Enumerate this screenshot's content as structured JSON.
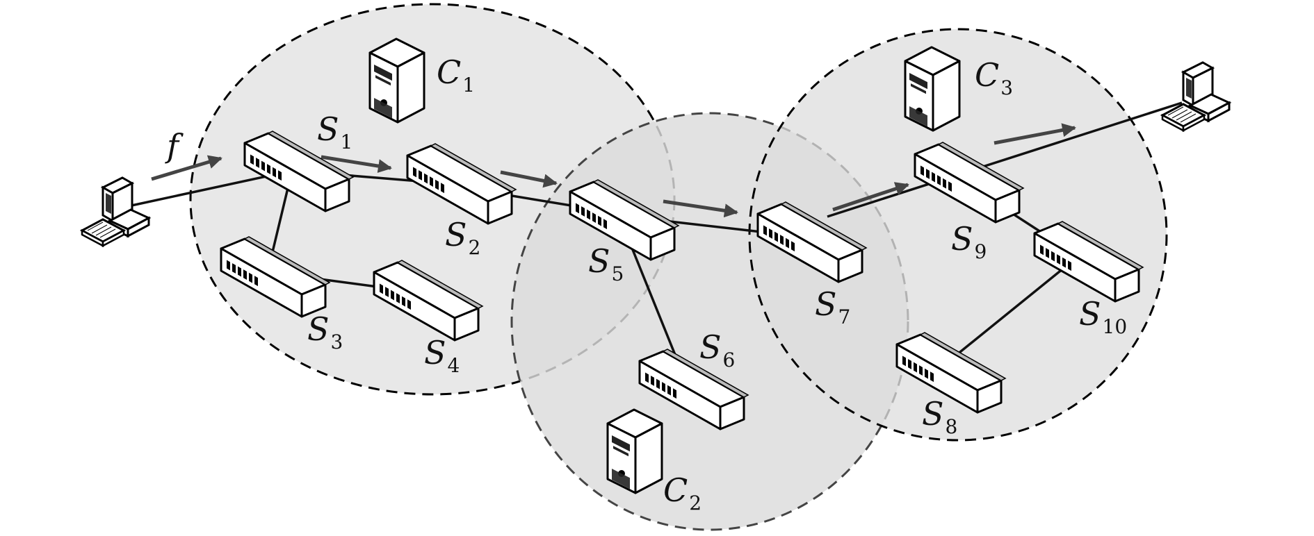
{
  "flow_label": "f",
  "controllers": [
    {
      "id": "C1",
      "name": "C",
      "sub": "1"
    },
    {
      "id": "C2",
      "name": "C",
      "sub": "2"
    },
    {
      "id": "C3",
      "name": "C",
      "sub": "3"
    }
  ],
  "switches": [
    {
      "id": "S1",
      "name": "S",
      "sub": "1"
    },
    {
      "id": "S2",
      "name": "S",
      "sub": "2"
    },
    {
      "id": "S3",
      "name": "S",
      "sub": "3"
    },
    {
      "id": "S4",
      "name": "S",
      "sub": "4"
    },
    {
      "id": "S5",
      "name": "S",
      "sub": "5"
    },
    {
      "id": "S6",
      "name": "S",
      "sub": "6"
    },
    {
      "id": "S7",
      "name": "S",
      "sub": "7"
    },
    {
      "id": "S8",
      "name": "S",
      "sub": "8"
    },
    {
      "id": "S9",
      "name": "S",
      "sub": "9"
    },
    {
      "id": "S10",
      "name": "S",
      "sub": "10"
    }
  ],
  "links": [
    [
      "host-src",
      "S1"
    ],
    [
      "S1",
      "S2"
    ],
    [
      "S1",
      "S3"
    ],
    [
      "S3",
      "S4"
    ],
    [
      "S2",
      "S5"
    ],
    [
      "S5",
      "S6"
    ],
    [
      "S5",
      "S7"
    ],
    [
      "S7",
      "S9"
    ],
    [
      "S9",
      "S10"
    ],
    [
      "S10",
      "S8"
    ],
    [
      "S9",
      "host-dst"
    ]
  ],
  "domains": [
    {
      "id": "domain-1",
      "controller": "C1"
    },
    {
      "id": "domain-2",
      "controller": "C2"
    },
    {
      "id": "domain-3",
      "controller": "C3"
    }
  ],
  "colors": {
    "domain_fill": "#e6e6e6",
    "overlap_fill": "#d8d8d8",
    "arrow": "#444444",
    "line": "#111111"
  }
}
